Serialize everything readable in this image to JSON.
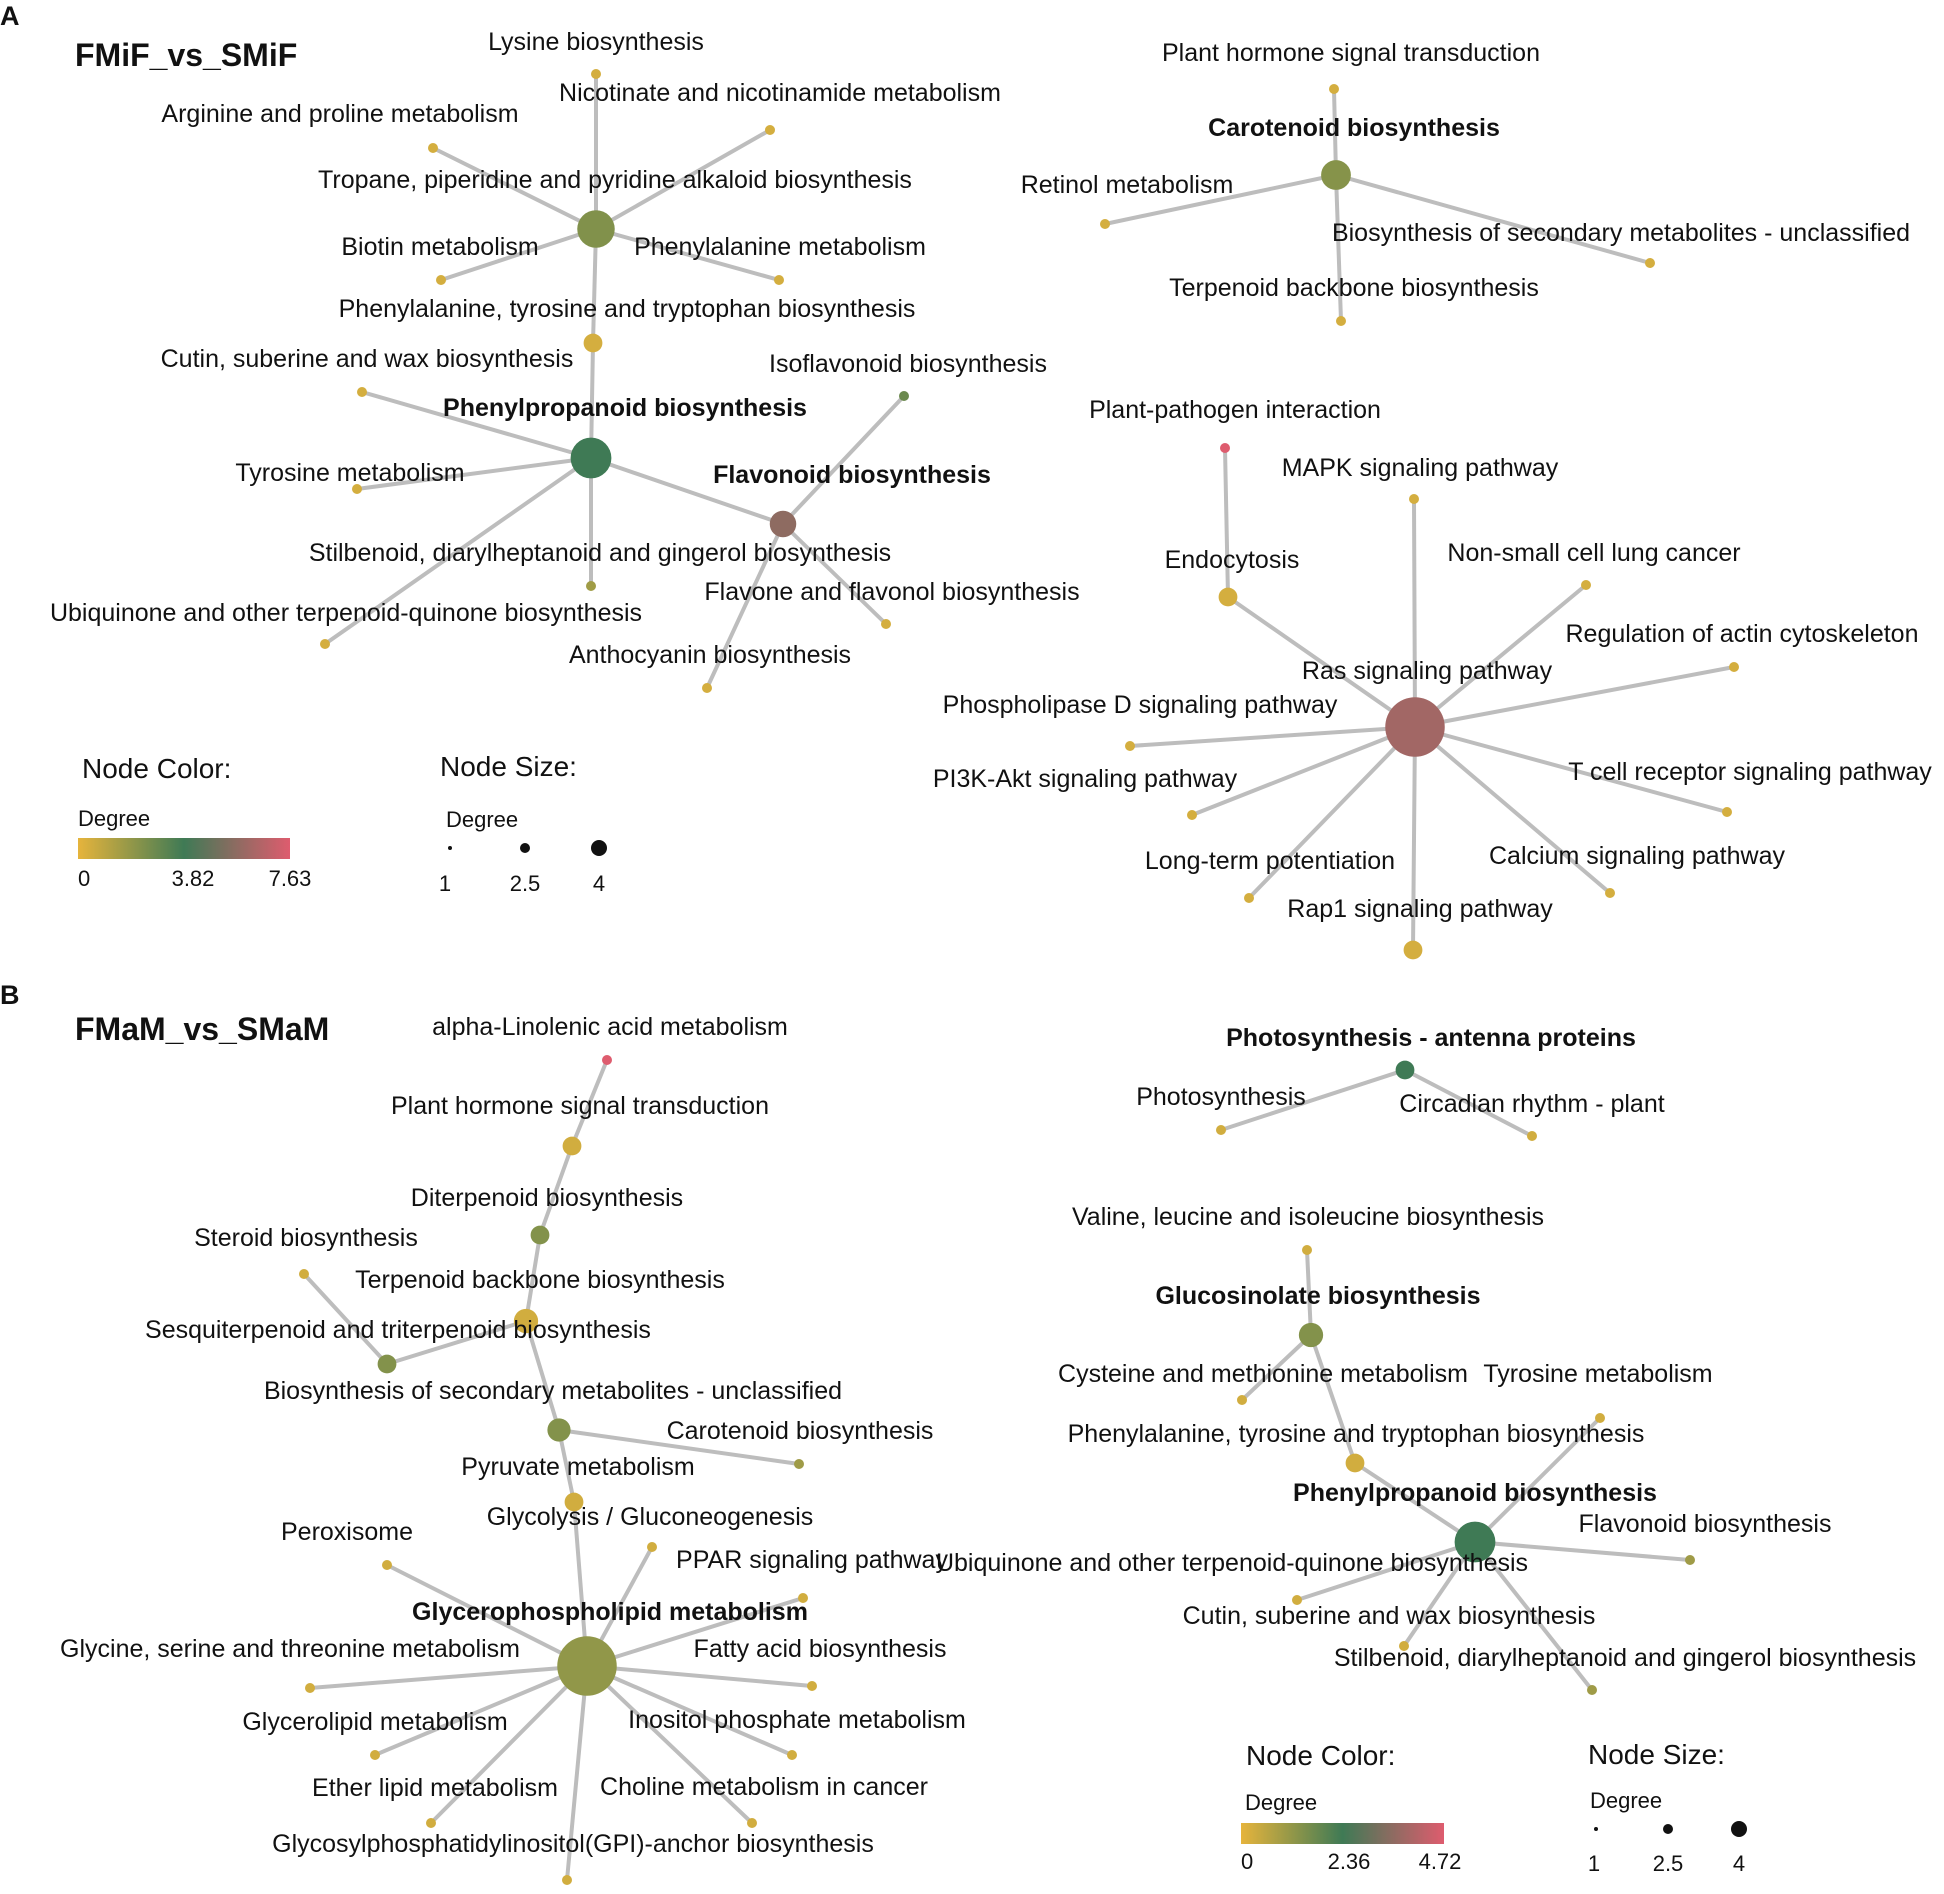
{
  "colors": {
    "edge": "#bdbdbd",
    "low": "#e6b43c",
    "mid": "#3f7a55",
    "high": "#de5c6e"
  },
  "panels": [
    {
      "letter": "A",
      "title": "FMiF_vs_SMiF",
      "legend": {
        "color_title": "Node Color:",
        "color_sub": "Degree",
        "color_ticks": [
          "0",
          "3.82",
          "7.63"
        ],
        "color_max": 7.63,
        "size_title": "Node Size:",
        "size_sub": "Degree",
        "size_ticks": [
          "1",
          "2.5",
          "4"
        ]
      },
      "nodes": [
        {
          "id": "lys",
          "label": "Lysine biosynthesis",
          "bold": false,
          "degree": 0.4,
          "size": 1
        },
        {
          "id": "nic",
          "label": "Nicotinate and nicotinamide metabolism",
          "bold": false,
          "degree": 0.4,
          "size": 1
        },
        {
          "id": "arg",
          "label": "Arginine and proline metabolism",
          "bold": false,
          "degree": 0.4,
          "size": 1
        },
        {
          "id": "tro",
          "label": "Tropane, piperidine and pyridine alkaloid biosynthesis",
          "bold": false,
          "degree": 2.3,
          "size": 3.5
        },
        {
          "id": "bio",
          "label": "Biotin metabolism",
          "bold": false,
          "degree": 0.4,
          "size": 1
        },
        {
          "id": "phe",
          "label": "Phenylalanine metabolism",
          "bold": false,
          "degree": 0.4,
          "size": 1
        },
        {
          "id": "pty",
          "label": "Phenylalanine, tyrosine and tryptophan biosynthesis",
          "bold": false,
          "degree": 0.4,
          "size": 1.8
        },
        {
          "id": "cut",
          "label": "Cutin, suberine and wax biosynthesis",
          "bold": false,
          "degree": 0.4,
          "size": 1
        },
        {
          "id": "ppb",
          "label": "Phenylpropanoid biosynthesis",
          "bold": true,
          "degree": 3.82,
          "size": 3.8
        },
        {
          "id": "iso",
          "label": "Isoflavonoid biosynthesis",
          "bold": false,
          "degree": 2.8,
          "size": 1
        },
        {
          "id": "fla",
          "label": "Flavonoid biosynthesis",
          "bold": true,
          "degree": 5.7,
          "size": 2.5
        },
        {
          "id": "tyr",
          "label": "Tyrosine metabolism",
          "bold": false,
          "degree": 0.4,
          "size": 1
        },
        {
          "id": "sti",
          "label": "Stilbenoid, diarylheptanoid and gingerol biosynthesis",
          "bold": false,
          "degree": 1.6,
          "size": 1
        },
        {
          "id": "ubi",
          "label": "Ubiquinone and other terpenoid-quinone biosynthesis",
          "bold": false,
          "degree": 0.4,
          "size": 1
        },
        {
          "id": "flv",
          "label": "Flavone and flavonol biosynthesis",
          "bold": false,
          "degree": 0.4,
          "size": 1
        },
        {
          "id": "ant",
          "label": "Anthocyanin biosynthesis",
          "bold": false,
          "degree": 0.4,
          "size": 1
        },
        {
          "id": "phs",
          "label": "Plant hormone signal transduction",
          "bold": false,
          "degree": 0.4,
          "size": 1
        },
        {
          "id": "car",
          "label": "Carotenoid biosynthesis",
          "bold": true,
          "degree": 2.2,
          "size": 2.8
        },
        {
          "id": "ret",
          "label": "Retinol metabolism",
          "bold": false,
          "degree": 0.4,
          "size": 1
        },
        {
          "id": "bsm",
          "label": "Biosynthesis of secondary metabolites - unclassified",
          "bold": false,
          "degree": 0.4,
          "size": 1
        },
        {
          "id": "ter",
          "label": "Terpenoid backbone biosynthesis",
          "bold": false,
          "degree": 0.4,
          "size": 1
        },
        {
          "id": "ppi",
          "label": "Plant-pathogen interaction",
          "bold": false,
          "degree": 7.63,
          "size": 1
        },
        {
          "id": "mapk",
          "label": "MAPK signaling pathway",
          "bold": false,
          "degree": 0.4,
          "size": 1
        },
        {
          "id": "endo",
          "label": "Endocytosis",
          "bold": false,
          "degree": 0.4,
          "size": 1.8
        },
        {
          "id": "nsc",
          "label": "Non-small cell lung cancer",
          "bold": false,
          "degree": 0.4,
          "size": 1
        },
        {
          "id": "rac",
          "label": "Regulation of actin cytoskeleton",
          "bold": false,
          "degree": 0.4,
          "size": 1
        },
        {
          "id": "ras",
          "label": "Ras signaling pathway",
          "bold": false,
          "degree": 6.2,
          "size": 5.5
        },
        {
          "id": "pld",
          "label": "Phospholipase D signaling pathway",
          "bold": false,
          "degree": 0.4,
          "size": 1
        },
        {
          "id": "pi3k",
          "label": "PI3K-Akt signaling pathway",
          "bold": false,
          "degree": 0.4,
          "size": 1
        },
        {
          "id": "tcr",
          "label": "T cell receptor signaling pathway",
          "bold": false,
          "degree": 0.4,
          "size": 1
        },
        {
          "id": "ltp",
          "label": "Long-term potentiation",
          "bold": false,
          "degree": 0.4,
          "size": 1
        },
        {
          "id": "cal",
          "label": "Calcium signaling pathway",
          "bold": false,
          "degree": 0.4,
          "size": 1
        },
        {
          "id": "rap",
          "label": "Rap1 signaling pathway",
          "bold": false,
          "degree": 0.4,
          "size": 1.8
        }
      ],
      "edges": [
        [
          "tro",
          "lys"
        ],
        [
          "tro",
          "nic"
        ],
        [
          "tro",
          "arg"
        ],
        [
          "tro",
          "bio"
        ],
        [
          "tro",
          "phe"
        ],
        [
          "tro",
          "pty"
        ],
        [
          "pty",
          "ppb"
        ],
        [
          "ppb",
          "cut"
        ],
        [
          "ppb",
          "tyr"
        ],
        [
          "ppb",
          "sti"
        ],
        [
          "ppb",
          "ubi"
        ],
        [
          "ppb",
          "fla"
        ],
        [
          "fla",
          "iso"
        ],
        [
          "fla",
          "flv"
        ],
        [
          "fla",
          "ant"
        ],
        [
          "car",
          "phs"
        ],
        [
          "car",
          "ret"
        ],
        [
          "car",
          "bsm"
        ],
        [
          "car",
          "ter"
        ],
        [
          "ppi",
          "endo"
        ],
        [
          "endo",
          "ras"
        ],
        [
          "ras",
          "mapk"
        ],
        [
          "ras",
          "nsc"
        ],
        [
          "ras",
          "rac"
        ],
        [
          "ras",
          "pld"
        ],
        [
          "ras",
          "pi3k"
        ],
        [
          "ras",
          "tcr"
        ],
        [
          "ras",
          "ltp"
        ],
        [
          "ras",
          "cal"
        ],
        [
          "ras",
          "rap"
        ]
      ]
    },
    {
      "letter": "B",
      "title": "FMaM_vs_SMaM",
      "legend": {
        "color_title": "Node Color:",
        "color_sub": "Degree",
        "color_ticks": [
          "0",
          "2.36",
          "4.72"
        ],
        "color_max": 4.72,
        "size_title": "Node Size:",
        "size_sub": "Degree",
        "size_ticks": [
          "1",
          "2.5",
          "4"
        ]
      },
      "nodes": [
        {
          "id": "ala",
          "label": "alpha-Linolenic acid metabolism",
          "bold": false,
          "degree": 4.72,
          "size": 1
        },
        {
          "id": "phs",
          "label": "Plant hormone signal transduction",
          "bold": false,
          "degree": 0.3,
          "size": 1.8
        },
        {
          "id": "dit",
          "label": "Diterpenoid biosynthesis",
          "bold": false,
          "degree": 1.4,
          "size": 1.8
        },
        {
          "id": "ste",
          "label": "Steroid biosynthesis",
          "bold": false,
          "degree": 0.3,
          "size": 1
        },
        {
          "id": "ter",
          "label": "Terpenoid backbone biosynthesis",
          "bold": false,
          "degree": 0.3,
          "size": 2.3
        },
        {
          "id": "ses",
          "label": "Sesquiterpenoid and triterpenoid biosynthesis",
          "bold": false,
          "degree": 1.4,
          "size": 1.8
        },
        {
          "id": "bsm",
          "label": "Biosynthesis of secondary metabolites - unclassified",
          "bold": false,
          "degree": 1.4,
          "size": 2.2
        },
        {
          "id": "car",
          "label": "Carotenoid biosynthesis",
          "bold": false,
          "degree": 1.0,
          "size": 1
        },
        {
          "id": "pyr",
          "label": "Pyruvate metabolism",
          "bold": false,
          "degree": 0.3,
          "size": 1.8
        },
        {
          "id": "gly",
          "label": "Glycolysis / Gluconeogenesis",
          "bold": false,
          "degree": 0.3,
          "size": 1
        },
        {
          "id": "per",
          "label": "Peroxisome",
          "bold": false,
          "degree": 0.3,
          "size": 1
        },
        {
          "id": "ppar",
          "label": "PPAR signaling pathway",
          "bold": false,
          "degree": 0.3,
          "size": 1
        },
        {
          "id": "gpm",
          "label": "Glycerophospholipid metabolism",
          "bold": true,
          "degree": 1.2,
          "size": 5.5
        },
        {
          "id": "gst",
          "label": "Glycine, serine and threonine metabolism",
          "bold": false,
          "degree": 0.3,
          "size": 1
        },
        {
          "id": "fab",
          "label": "Fatty acid biosynthesis",
          "bold": false,
          "degree": 0.3,
          "size": 1
        },
        {
          "id": "glm",
          "label": "Glycerolipid metabolism",
          "bold": false,
          "degree": 0.3,
          "size": 1
        },
        {
          "id": "ipm",
          "label": "Inositol phosphate metabolism",
          "bold": false,
          "degree": 0.3,
          "size": 1
        },
        {
          "id": "elm",
          "label": "Ether lipid metabolism",
          "bold": false,
          "degree": 0.3,
          "size": 1
        },
        {
          "id": "cmc",
          "label": "Choline metabolism in cancer",
          "bold": false,
          "degree": 0.3,
          "size": 1
        },
        {
          "id": "gpi",
          "label": "Glycosylphosphatidylinositol(GPI)-anchor biosynthesis",
          "bold": false,
          "degree": 0.3,
          "size": 1
        },
        {
          "id": "pap",
          "label": "Photosynthesis - antenna proteins",
          "bold": true,
          "degree": 2.36,
          "size": 1.8
        },
        {
          "id": "pho",
          "label": "Photosynthesis",
          "bold": false,
          "degree": 0.3,
          "size": 1
        },
        {
          "id": "cir",
          "label": "Circadian rhythm - plant",
          "bold": false,
          "degree": 0.3,
          "size": 1
        },
        {
          "id": "vli",
          "label": "Valine, leucine and isoleucine biosynthesis",
          "bold": false,
          "degree": 0.3,
          "size": 1
        },
        {
          "id": "gsl",
          "label": "Glucosinolate biosynthesis",
          "bold": true,
          "degree": 1.4,
          "size": 2.3
        },
        {
          "id": "cme",
          "label": "Cysteine and methionine metabolism",
          "bold": false,
          "degree": 0.3,
          "size": 1
        },
        {
          "id": "tym",
          "label": "Tyrosine metabolism",
          "bold": false,
          "degree": 0.3,
          "size": 1
        },
        {
          "id": "pty",
          "label": "Phenylalanine, tyrosine and tryptophan biosynthesis",
          "bold": false,
          "degree": 0.3,
          "size": 1.8
        },
        {
          "id": "ppb",
          "label": "Phenylpropanoid biosynthesis",
          "bold": true,
          "degree": 2.36,
          "size": 3.8
        },
        {
          "id": "flb",
          "label": "Flavonoid biosynthesis",
          "bold": false,
          "degree": 1.0,
          "size": 1
        },
        {
          "id": "ubi",
          "label": "Ubiquinone and other terpenoid-quinone biosynthesis",
          "bold": false,
          "degree": 0.3,
          "size": 1
        },
        {
          "id": "cut",
          "label": "Cutin, suberine and wax biosynthesis",
          "bold": false,
          "degree": 0.3,
          "size": 1
        },
        {
          "id": "sti",
          "label": "Stilbenoid, diarylheptanoid and gingerol biosynthesis",
          "bold": false,
          "degree": 1.0,
          "size": 1
        }
      ],
      "edges": [
        [
          "ala",
          "phs"
        ],
        [
          "phs",
          "dit"
        ],
        [
          "dit",
          "ter"
        ],
        [
          "ter",
          "ses"
        ],
        [
          "ses",
          "ste"
        ],
        [
          "ter",
          "bsm"
        ],
        [
          "bsm",
          "car"
        ],
        [
          "bsm",
          "pyr"
        ],
        [
          "pyr",
          "gpm"
        ],
        [
          "gpm",
          "gly"
        ],
        [
          "gpm",
          "per"
        ],
        [
          "gpm",
          "ppar"
        ],
        [
          "gpm",
          "gst"
        ],
        [
          "gpm",
          "fab"
        ],
        [
          "gpm",
          "glm"
        ],
        [
          "gpm",
          "ipm"
        ],
        [
          "gpm",
          "elm"
        ],
        [
          "gpm",
          "cmc"
        ],
        [
          "gpm",
          "gpi"
        ],
        [
          "pap",
          "pho"
        ],
        [
          "pap",
          "cir"
        ],
        [
          "vli",
          "gsl"
        ],
        [
          "gsl",
          "cme"
        ],
        [
          "gsl",
          "pty"
        ],
        [
          "pty",
          "ppb"
        ],
        [
          "ppb",
          "tym"
        ],
        [
          "ppb",
          "flb"
        ],
        [
          "ppb",
          "ubi"
        ],
        [
          "ppb",
          "cut"
        ],
        [
          "ppb",
          "sti"
        ]
      ]
    }
  ]
}
